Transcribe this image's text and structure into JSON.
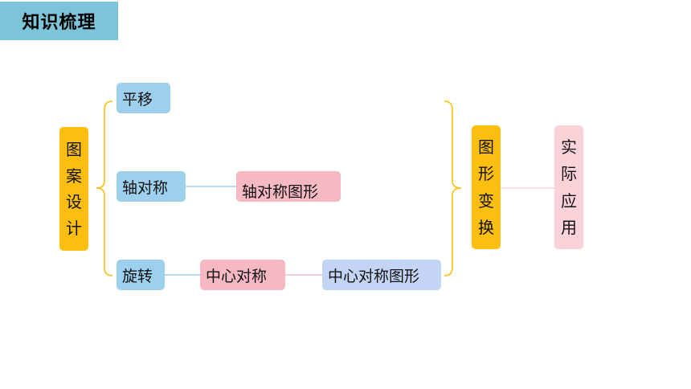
{
  "header": {
    "title": "知识梳理"
  },
  "nodes": {
    "root": "图案设计",
    "translation": "平移",
    "axial_symmetry": "轴对称",
    "axial_symmetric_figure": "轴对称图形",
    "rotation": "旋转",
    "central_symmetry": "中心对称",
    "central_symmetric_figure": "中心对称图形",
    "transformation": "图形变换",
    "application": "实际应用"
  },
  "colors": {
    "title_bg": "#7cc4d8",
    "gold": "#fdbf0f",
    "blue": "#9dd0ed",
    "pink": "#f6b9c4",
    "lavender": "#c4d4f5",
    "light_pink": "#fbd2d8"
  }
}
